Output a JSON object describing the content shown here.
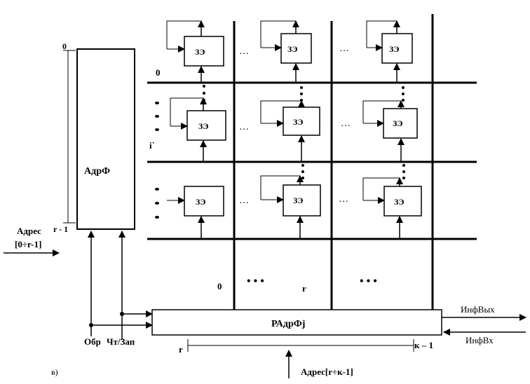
{
  "cell_label": "ЗЭ",
  "address_former": "АдрФ",
  "column_register": "РАдрФj",
  "ellipsis": "…",
  "bullets": "• • •",
  "row_labels": {
    "row_0": "0",
    "row_i": "i`",
    "col_0": "0",
    "col_r": "r",
    "addr_top": "0",
    "addr_bottom": "r - 1",
    "range_start": "r",
    "range_end": "к – 1"
  },
  "inputs": {
    "address_row": "Адрес",
    "address_row_range": "[0÷r-1]",
    "address_col": "Адрес[r÷к-1]",
    "select": "Обр",
    "read_write": "Чт/Зап",
    "data_out": "ИнфВых",
    "data_in": "ИнфВх"
  },
  "figure_tag": "в)"
}
